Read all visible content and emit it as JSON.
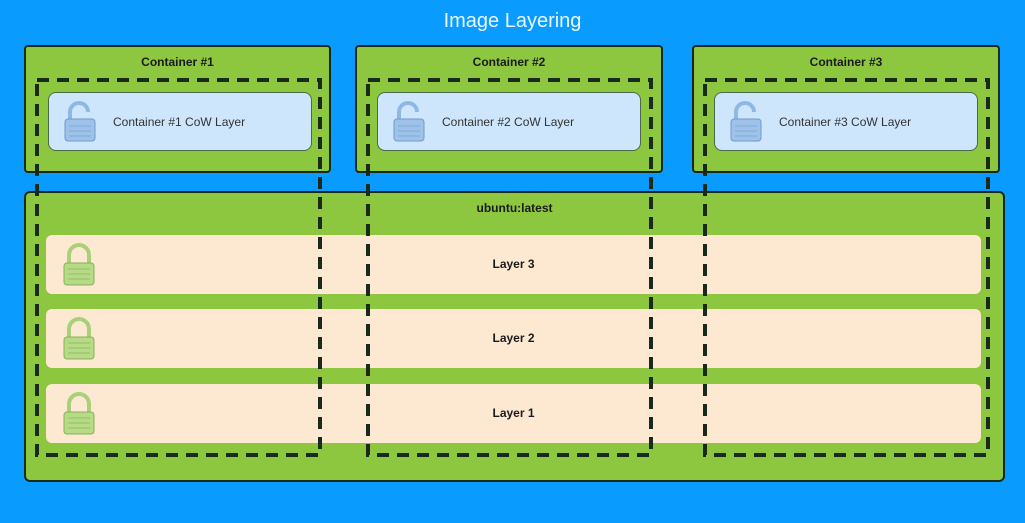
{
  "title": "Image Layering",
  "containers": [
    {
      "label": "Container #1",
      "cow_label": "Container #1 CoW Layer"
    },
    {
      "label": "Container #2",
      "cow_label": "Container #2 CoW Layer"
    },
    {
      "label": "Container #3",
      "cow_label": "Container #3 CoW Layer"
    }
  ],
  "image": {
    "label": "ubuntu:latest",
    "layers": [
      {
        "label": "Layer 3"
      },
      {
        "label": "Layer 2"
      },
      {
        "label": "Layer 1"
      }
    ]
  },
  "colors": {
    "background": "#0a9bff",
    "container_fill": "#8dc63f",
    "cow_fill": "#cde6fb",
    "layer_fill": "#fde9d2",
    "dash_line": "#1a2a1a"
  },
  "icons": {
    "cow_lock": "unlocked-padlock-icon",
    "layer_lock": "locked-padlock-icon"
  }
}
